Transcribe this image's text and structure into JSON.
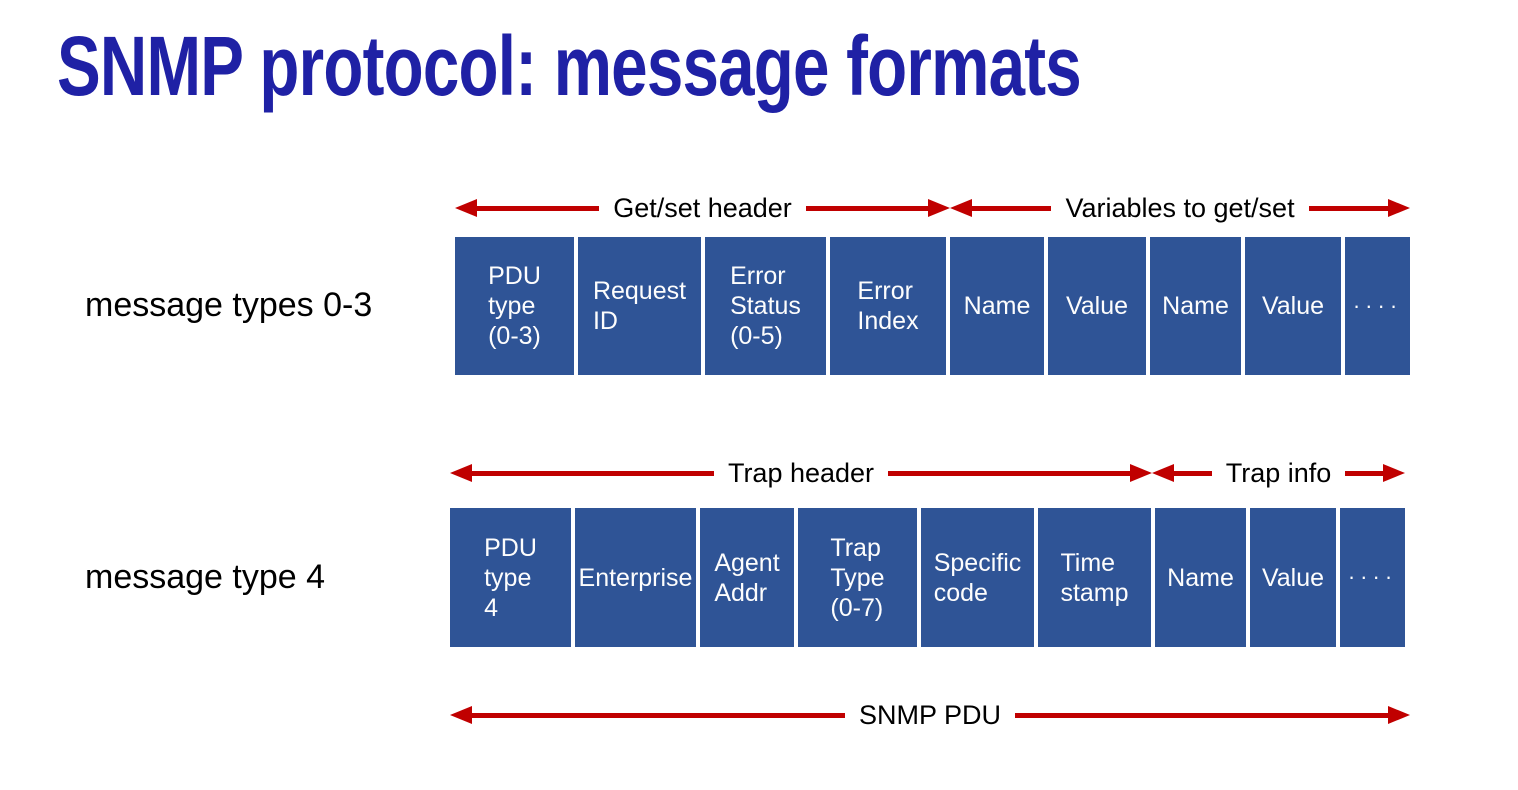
{
  "title": "SNMP protocol: message formats",
  "colors": {
    "title_blue": "#1F21A5",
    "box_blue": "#2F5496",
    "arrow_red": "#C00000",
    "box_text": "#FDFDFD",
    "label_text": "#000000"
  },
  "rows": [
    {
      "label": "message types 0-3",
      "spans": [
        {
          "label": "Get/set header"
        },
        {
          "label": "Variables to get/set"
        }
      ],
      "cells": [
        {
          "lines": [
            "PDU",
            "type",
            "(0-3)"
          ]
        },
        {
          "lines": [
            "Request",
            "ID"
          ]
        },
        {
          "lines": [
            "Error",
            "Status",
            "(0-5)"
          ]
        },
        {
          "lines": [
            "Error",
            "Index"
          ]
        },
        {
          "lines": [
            "Name"
          ]
        },
        {
          "lines": [
            "Value"
          ]
        },
        {
          "lines": [
            "Name"
          ]
        },
        {
          "lines": [
            "Value"
          ]
        },
        {
          "lines": [
            "····"
          ],
          "dots": true
        }
      ]
    },
    {
      "label": "message type 4",
      "spans": [
        {
          "label": "Trap header"
        },
        {
          "label": "Trap info"
        }
      ],
      "cells": [
        {
          "lines": [
            "PDU",
            "type",
            "4"
          ]
        },
        {
          "lines": [
            "Enterprise"
          ]
        },
        {
          "lines": [
            "Agent",
            "Addr"
          ]
        },
        {
          "lines": [
            "Trap",
            "Type",
            "(0-7)"
          ]
        },
        {
          "lines": [
            "Specific",
            "code"
          ]
        },
        {
          "lines": [
            "Time",
            "stamp"
          ]
        },
        {
          "lines": [
            "Name"
          ]
        },
        {
          "lines": [
            "Value"
          ]
        },
        {
          "lines": [
            "····"
          ],
          "dots": true
        }
      ]
    }
  ],
  "footer": {
    "label": "SNMP PDU"
  }
}
